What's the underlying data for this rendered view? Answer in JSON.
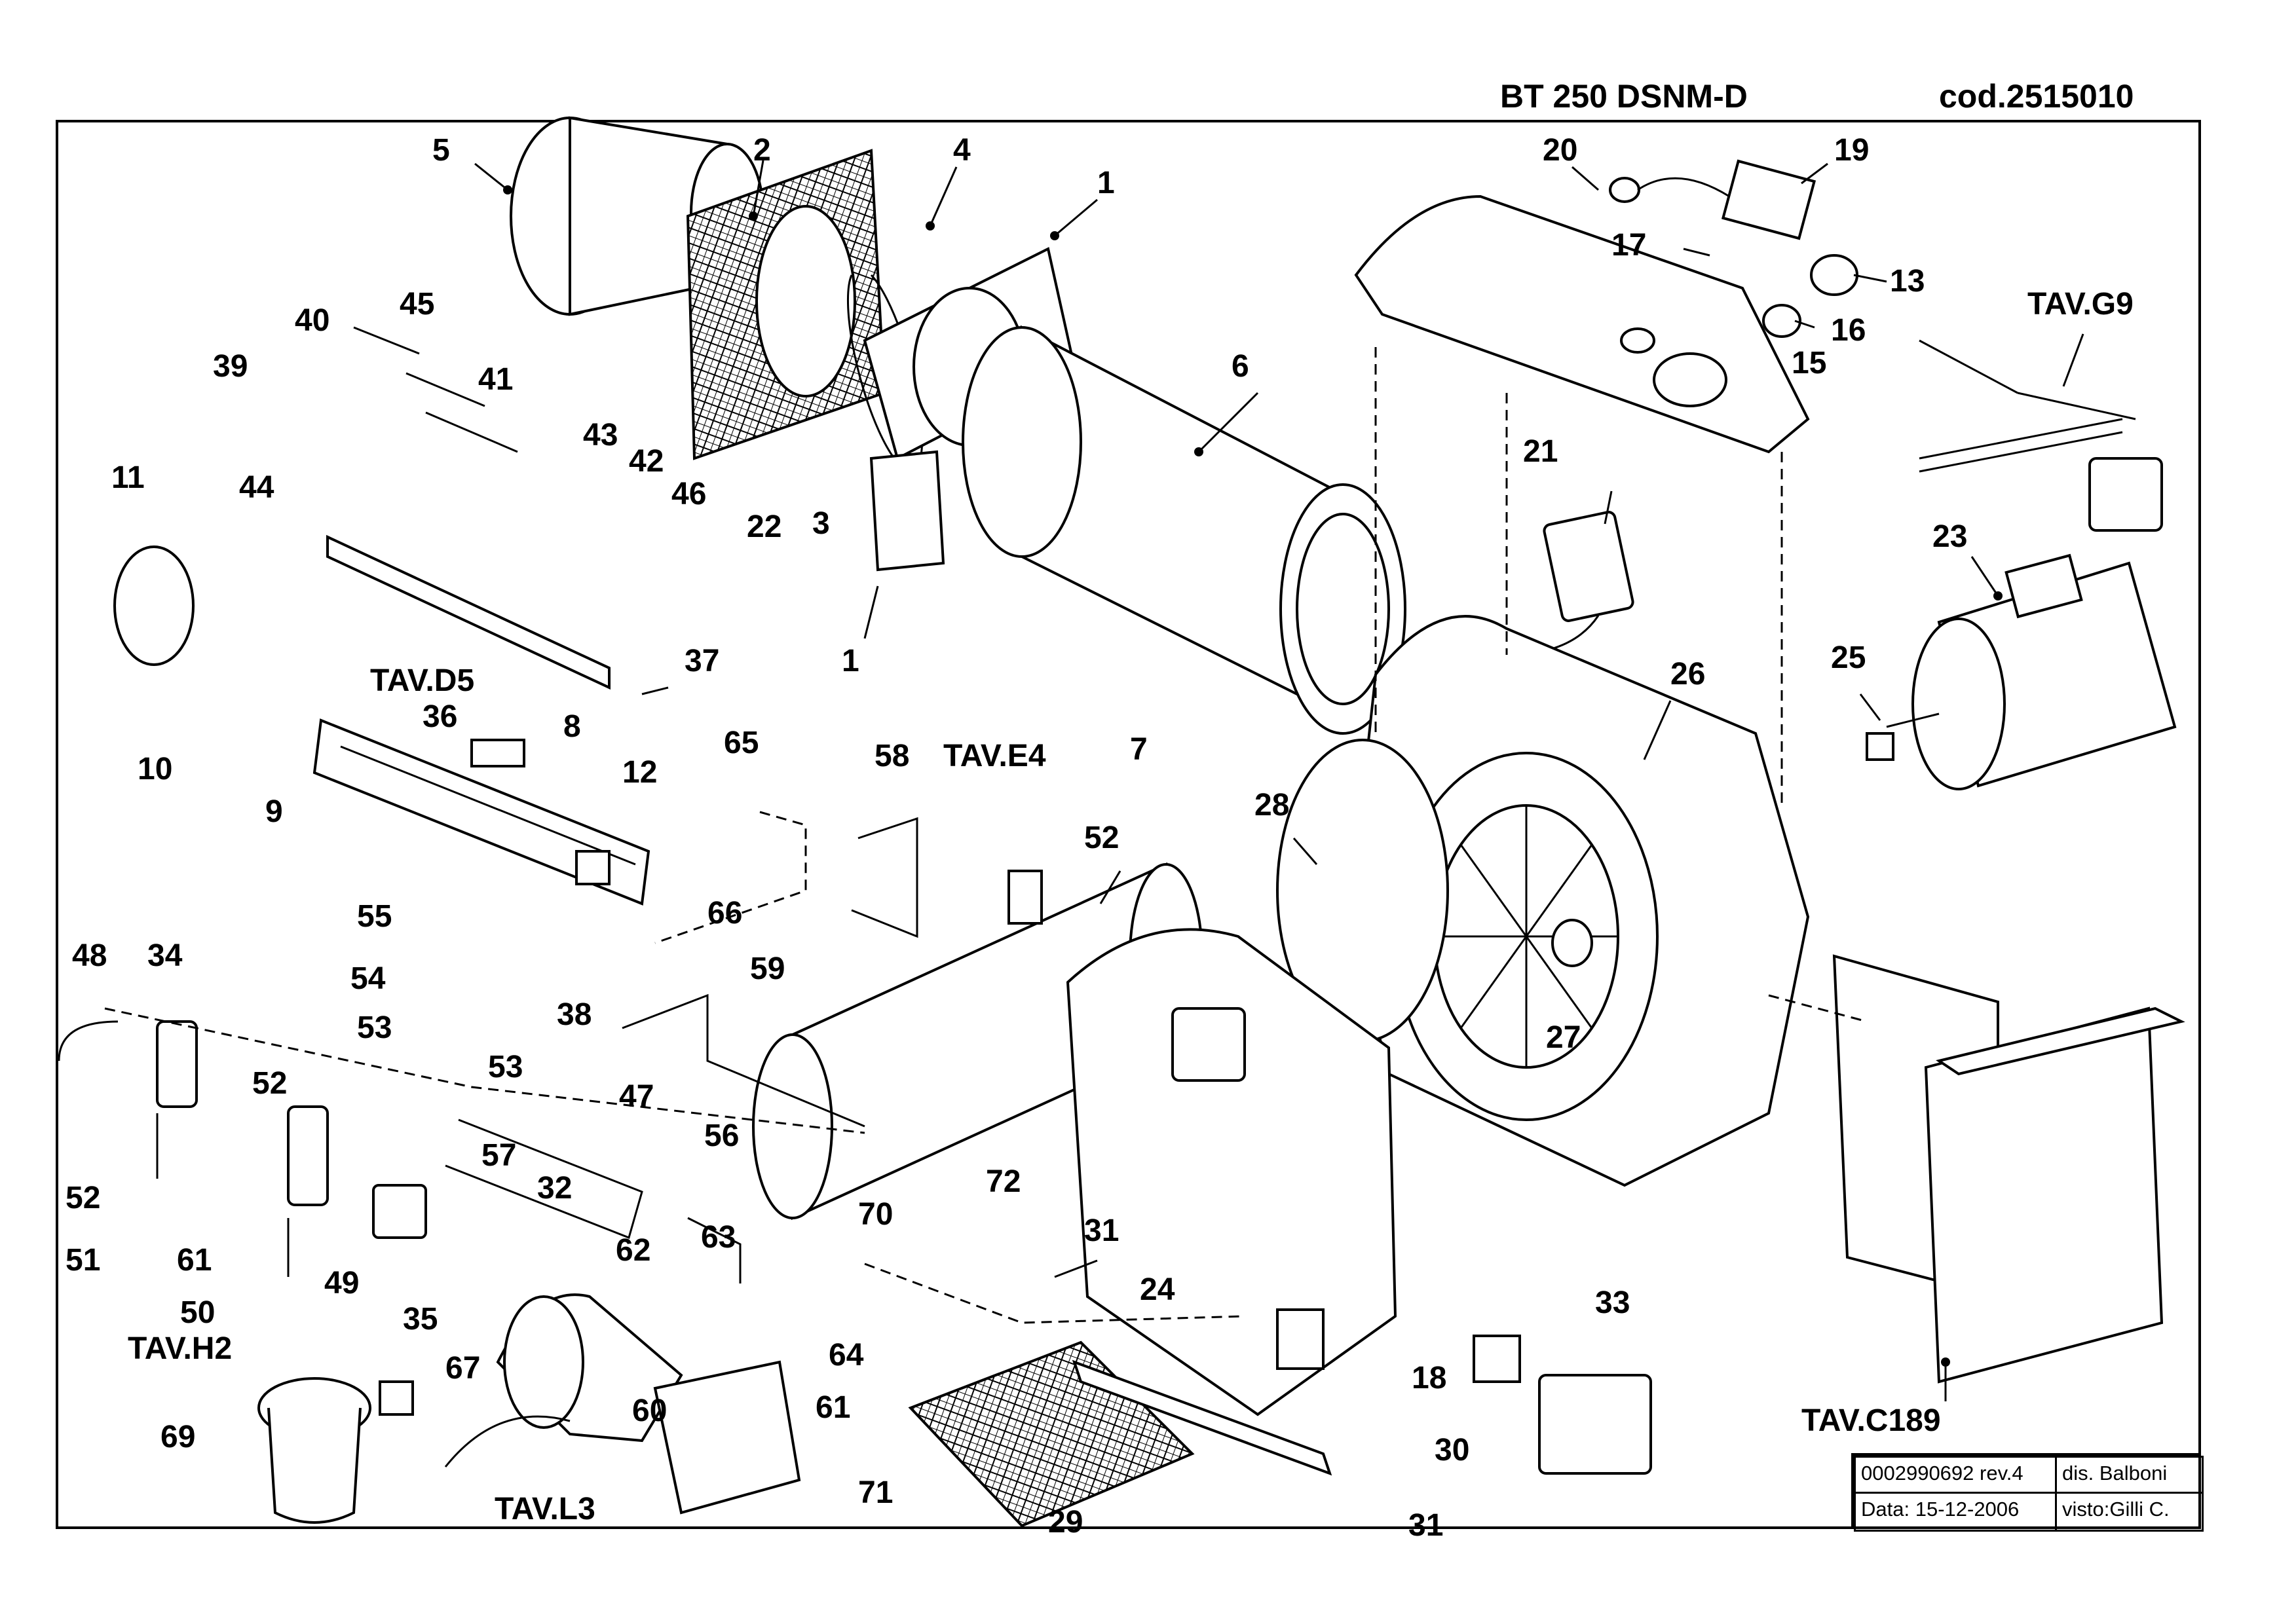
{
  "header": {
    "model": "BT 250 DSNM-D",
    "code": "cod.2515010"
  },
  "title_block": {
    "doc_number": "0002990692 rev.4",
    "drawn_by": "dis. Balboni",
    "date": "Data: 15-12-2006",
    "checked_by": "visto:Gilli C."
  },
  "callouts": [
    {
      "id": "c5",
      "text": "5"
    },
    {
      "id": "c2",
      "text": "2"
    },
    {
      "id": "c4",
      "text": "4"
    },
    {
      "id": "c1a",
      "text": "1"
    },
    {
      "id": "c20",
      "text": "20"
    },
    {
      "id": "c19",
      "text": "19"
    },
    {
      "id": "c17",
      "text": "17"
    },
    {
      "id": "c13",
      "text": "13"
    },
    {
      "id": "c16",
      "text": "16"
    },
    {
      "id": "c15",
      "text": "15"
    },
    {
      "id": "ctavg9",
      "text": "TAV.G9"
    },
    {
      "id": "c40",
      "text": "40"
    },
    {
      "id": "c45",
      "text": "45"
    },
    {
      "id": "c39",
      "text": "39"
    },
    {
      "id": "c41",
      "text": "41"
    },
    {
      "id": "c43",
      "text": "43"
    },
    {
      "id": "c42",
      "text": "42"
    },
    {
      "id": "c46",
      "text": "46"
    },
    {
      "id": "c44",
      "text": "44"
    },
    {
      "id": "c11",
      "text": "11"
    },
    {
      "id": "c3",
      "text": "3"
    },
    {
      "id": "c22",
      "text": "22"
    },
    {
      "id": "c6",
      "text": "6"
    },
    {
      "id": "c21",
      "text": "21"
    },
    {
      "id": "c23",
      "text": "23"
    },
    {
      "id": "c1b",
      "text": "1"
    },
    {
      "id": "c37",
      "text": "37"
    },
    {
      "id": "ctavd5",
      "text": "TAV.D5"
    },
    {
      "id": "c36",
      "text": "36"
    },
    {
      "id": "c8",
      "text": "8"
    },
    {
      "id": "c10",
      "text": "10"
    },
    {
      "id": "c9",
      "text": "9"
    },
    {
      "id": "c12",
      "text": "12"
    },
    {
      "id": "c65",
      "text": "65"
    },
    {
      "id": "c58",
      "text": "58"
    },
    {
      "id": "ctave4",
      "text": "TAV.E4"
    },
    {
      "id": "c7",
      "text": "7"
    },
    {
      "id": "c26",
      "text": "26"
    },
    {
      "id": "c25",
      "text": "25"
    },
    {
      "id": "c28",
      "text": "28"
    },
    {
      "id": "c52a",
      "text": "52"
    },
    {
      "id": "c66",
      "text": "66"
    },
    {
      "id": "c55",
      "text": "55"
    },
    {
      "id": "c54",
      "text": "54"
    },
    {
      "id": "c48",
      "text": "48"
    },
    {
      "id": "c34",
      "text": "34"
    },
    {
      "id": "c38",
      "text": "38"
    },
    {
      "id": "c59",
      "text": "59"
    },
    {
      "id": "c53a",
      "text": "53"
    },
    {
      "id": "c53b",
      "text": "53"
    },
    {
      "id": "c27",
      "text": "27"
    },
    {
      "id": "c52b",
      "text": "52"
    },
    {
      "id": "c47",
      "text": "47"
    },
    {
      "id": "c56",
      "text": "56"
    },
    {
      "id": "c57",
      "text": "57"
    },
    {
      "id": "c52c",
      "text": "52"
    },
    {
      "id": "c32",
      "text": "32"
    },
    {
      "id": "c70",
      "text": "70"
    },
    {
      "id": "c72",
      "text": "72"
    },
    {
      "id": "c51",
      "text": "51"
    },
    {
      "id": "c61a",
      "text": "61"
    },
    {
      "id": "c49",
      "text": "49"
    },
    {
      "id": "c50",
      "text": "50"
    },
    {
      "id": "ctavh2",
      "text": "TAV.H2"
    },
    {
      "id": "c35",
      "text": "35"
    },
    {
      "id": "c62",
      "text": "62"
    },
    {
      "id": "c63",
      "text": "63"
    },
    {
      "id": "c31a",
      "text": "31"
    },
    {
      "id": "c24",
      "text": "24"
    },
    {
      "id": "c64",
      "text": "64"
    },
    {
      "id": "c33",
      "text": "33"
    },
    {
      "id": "c67",
      "text": "67"
    },
    {
      "id": "c60",
      "text": "60"
    },
    {
      "id": "c61b",
      "text": "61"
    },
    {
      "id": "c18",
      "text": "18"
    },
    {
      "id": "c69",
      "text": "69"
    },
    {
      "id": "ctavc189",
      "text": "TAV.C189"
    },
    {
      "id": "c30",
      "text": "30"
    },
    {
      "id": "c71",
      "text": "71"
    },
    {
      "id": "ctavl3",
      "text": "TAV.L3"
    },
    {
      "id": "c29",
      "text": "29"
    },
    {
      "id": "c31b",
      "text": "31"
    }
  ]
}
